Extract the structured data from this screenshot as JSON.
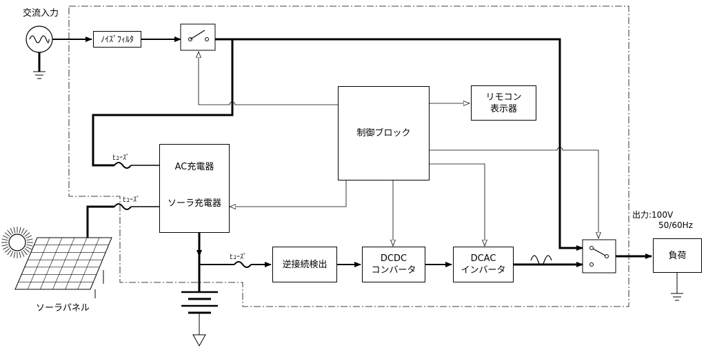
{
  "labels": {
    "ac_input": "交流入力",
    "noise_filter": "ﾉｲｽﾞﾌｨﾙﾀ",
    "remote_l1": "リモコン",
    "remote_l2": "表示器",
    "control_block": "制御ブロック",
    "fuse_1": "ﾋｭｰｽﾞ",
    "fuse_2": "ﾋｭｰｽﾞ",
    "fuse_3": "ﾋｭｰｽﾞ",
    "ac_charger": "AC充電器",
    "solar_charger": "ソーラ充電器",
    "reverse_detect": "逆接続検出",
    "dcdc_l1": "DCDC",
    "dcdc_l2": "コンバータ",
    "dcac_l1": "DCAC",
    "dcac_l2": "インバータ",
    "output_l1": "出力:100V",
    "output_l2": "50/60Hz",
    "load": "負荷",
    "solar_panel": "ソーラパネル"
  },
  "colors": {
    "line": "#000000",
    "background": "#ffffff"
  }
}
